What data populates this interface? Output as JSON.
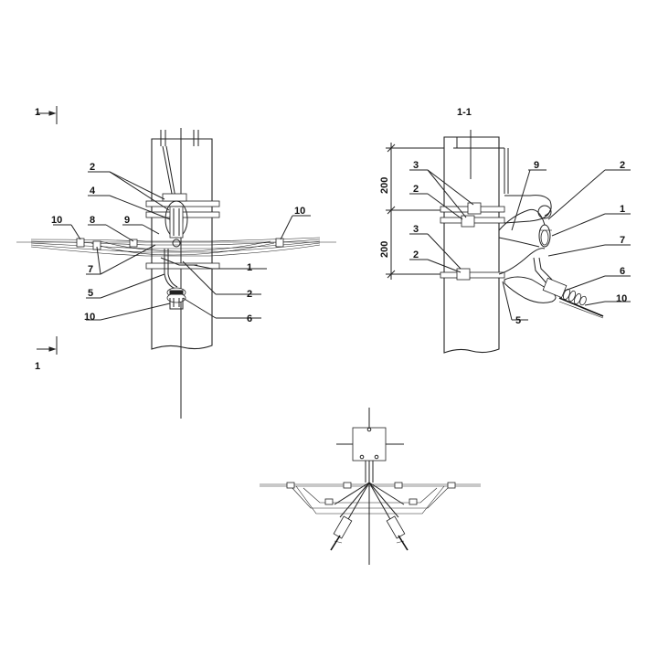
{
  "labels": {
    "n1": "1",
    "n2": "2",
    "n3": "3",
    "n4": "4",
    "n5": "5",
    "n6": "6",
    "n7": "7",
    "n8": "8",
    "n9": "9",
    "n10": "10"
  },
  "section": {
    "mark": "1",
    "title": "1-1"
  },
  "dimensions": {
    "upper": "200",
    "lower": "200"
  }
}
